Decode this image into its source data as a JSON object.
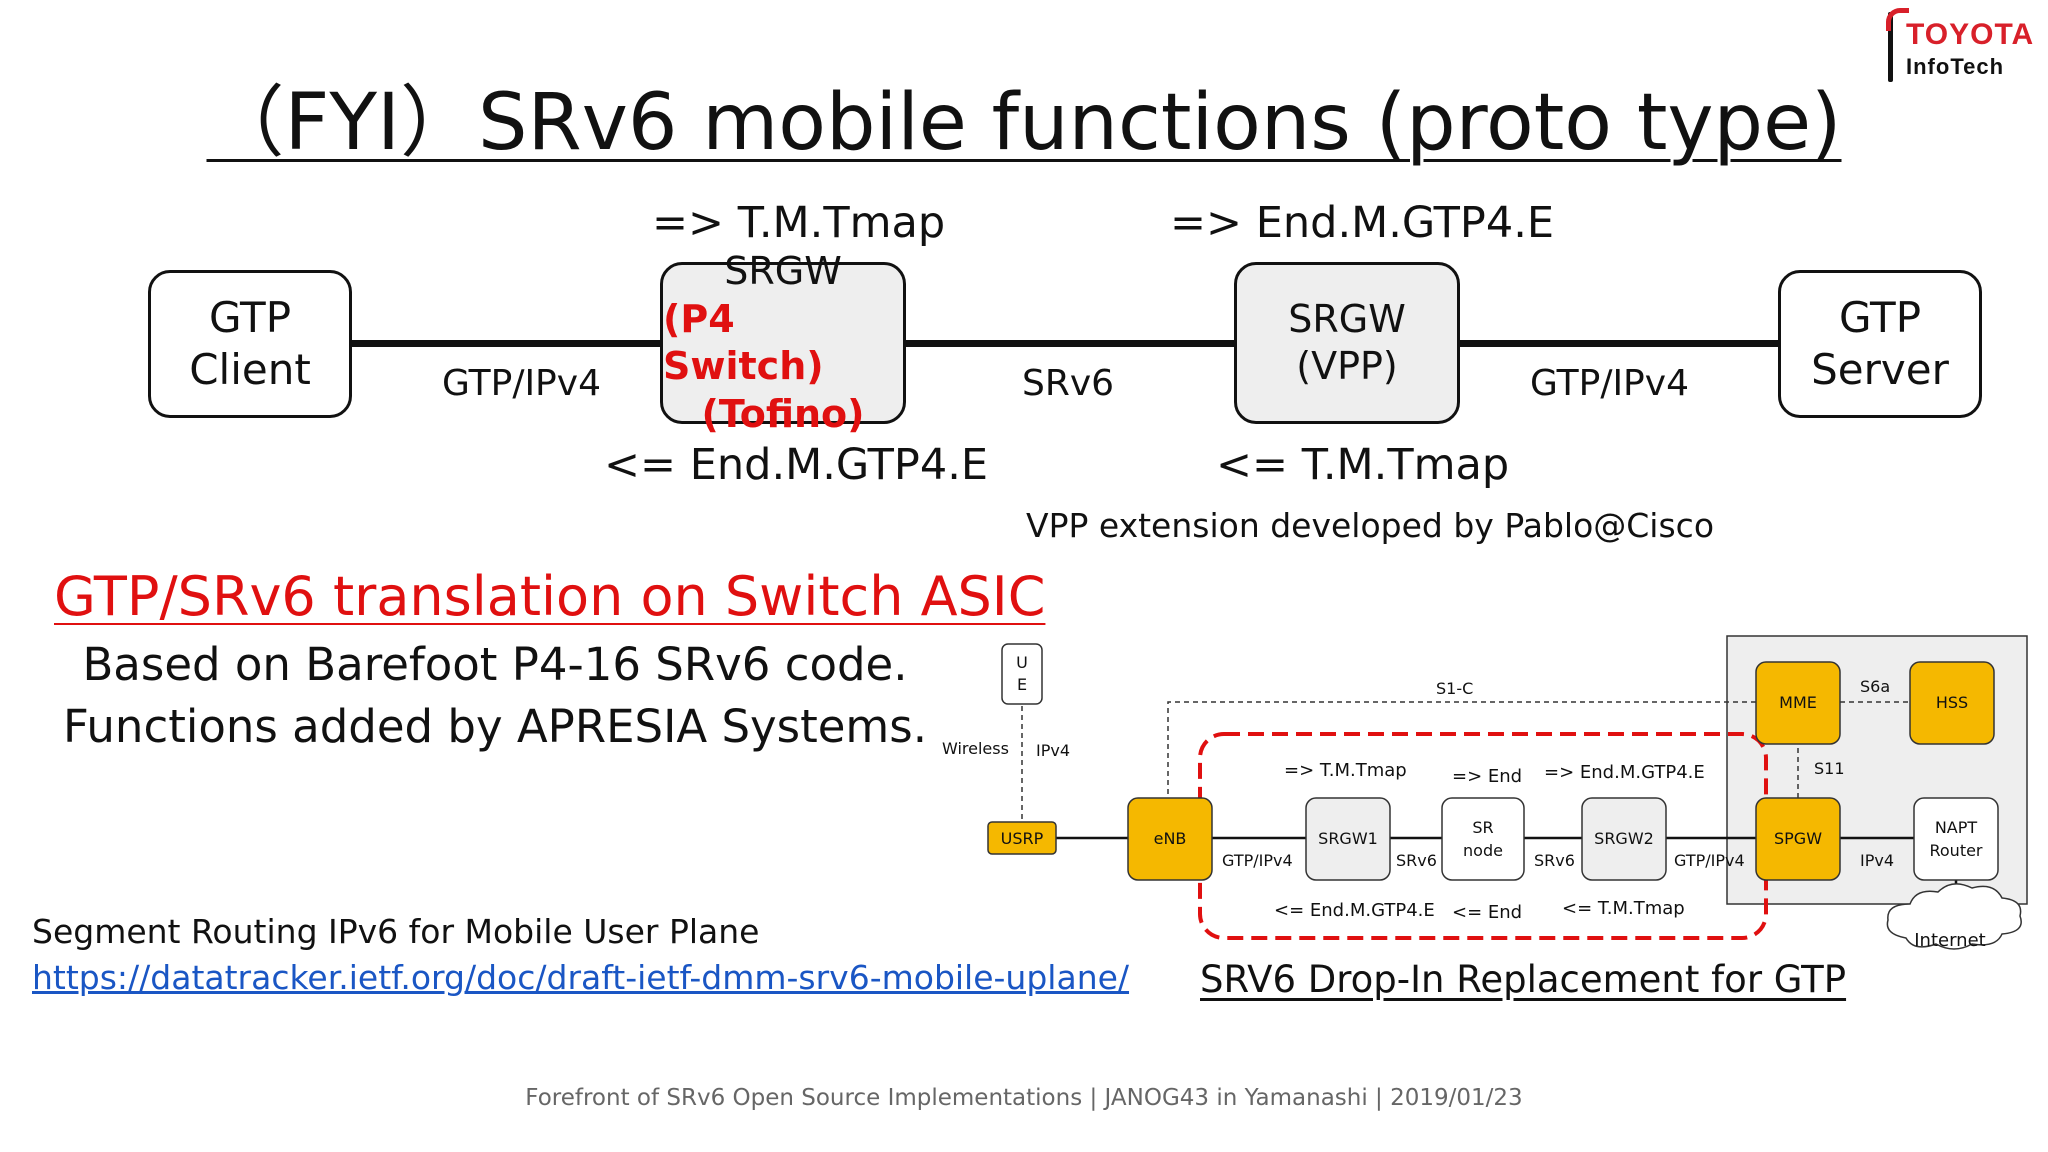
{
  "title": "（FYI）SRv6 mobile functions (proto type)",
  "logo": {
    "line1": "TOYOTA",
    "line2": "InfoTech"
  },
  "top_diagram": {
    "gtp_client": {
      "line1": "GTP",
      "line2": "Client"
    },
    "srgw_p4": {
      "line1": "SRGW",
      "line2": "(P4 Switch)",
      "line3": "(Tofino)"
    },
    "srgw_vpp": {
      "line1": "SRGW",
      "line2": "(VPP)"
    },
    "gtp_server": {
      "line1": "GTP",
      "line2": "Server"
    },
    "link_left": "GTP/IPv4",
    "link_mid": "SRv6",
    "link_right": "GTP/IPv4",
    "fn_p4_top": "=> T.M.Tmap",
    "fn_p4_bottom": "<= End.M.GTP4.E",
    "fn_vpp_top": "=> End.M.GTP4.E",
    "fn_vpp_bottom": "<= T.M.Tmap",
    "vpp_note": "VPP extension developed by Pablo@Cisco"
  },
  "asic_heading": "GTP/SRv6 translation on Switch ASIC",
  "asic_line1": "Based on Barefoot P4-16 SRv6 code.",
  "asic_line2": "Functions added by APRESIA Systems.",
  "reference": {
    "title": "Segment Routing IPv6 for Mobile User Plane",
    "url": "https://datatracker.ietf.org/doc/draft-ietf-dmm-srv6-mobile-uplane/"
  },
  "network": {
    "ue": "U\nE",
    "wireless": "Wireless",
    "ipv4_ue": "IPv4",
    "s1c": "S1-C",
    "s6a": "S6a",
    "s11": "S11",
    "usrp": "USRP",
    "enb": "eNB",
    "srgw1": "SRGW1",
    "srnode_1": "SR",
    "srnode_2": "node",
    "srgw2": "SRGW2",
    "spgw": "SPGW",
    "mme": "MME",
    "hss": "HSS",
    "napt_1": "NAPT",
    "napt_2": "Router",
    "internet": "Internet",
    "gtp_ipv4_a": "GTP/IPv4",
    "srv6_a": "SRv6",
    "srv6_b": "SRv6",
    "gtp_ipv4_b": "GTP/IPv4",
    "ipv4_b": "IPv4",
    "fn_tmap": "=> T.M.Tmap",
    "fn_end": "=> End",
    "fn_gtp4e": "=> End.M.GTP4.E",
    "rfn_gtp4e": "<= End.M.GTP4.E",
    "rfn_end": "<= End",
    "rfn_tmap": "<= T.M.Tmap",
    "caption": "SRV6 Drop-In Replacement for GTP"
  },
  "footer": "Forefront of SRv6 Open Source Implementations | JANOG43 in Yamanashi | 2019/01/23",
  "colors": {
    "accent_red": "#e01010",
    "node_yellow": "#f5b800",
    "link_blue": "#1a56c4"
  }
}
